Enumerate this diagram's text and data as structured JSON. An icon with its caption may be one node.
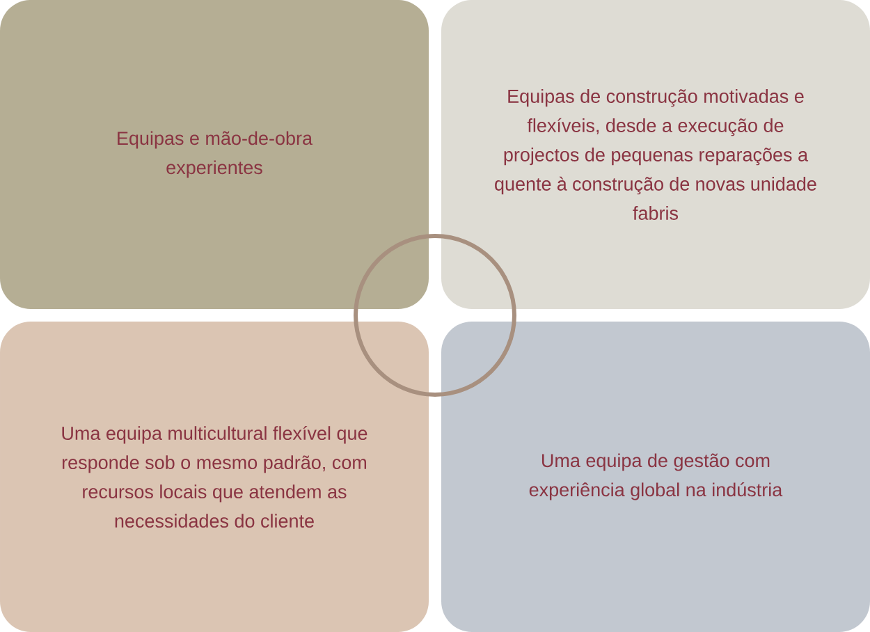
{
  "diagram": {
    "nodes": [
      {
        "text": [
          "Equipas e mão-de-obra experientes"
        ]
      },
      {
        "text": [
          "Equipas de construção motivadas e flexíveis, desde a execução de projectos de pequenas reparações a quente à construção de novas unidade fabris"
        ]
      },
      {
        "text": [
          "Uma equipa multicultural flexível que responde sob o mesmo padrão, com recursos locais que atendem as necessidades do cliente"
        ]
      },
      {
        "text": [
          "Uma equipa de gestão com experiência global na indústria"
        ]
      },
      {
        "text": [],
        "shape": "circle"
      }
    ]
  }
}
